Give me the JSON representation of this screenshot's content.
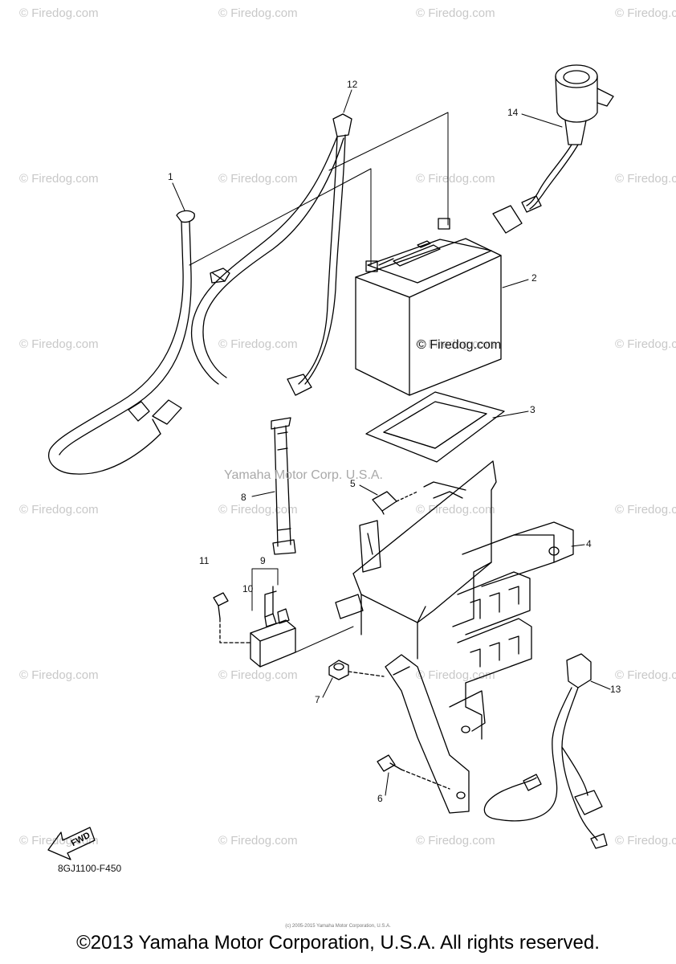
{
  "watermark": "© Firedog.com",
  "center_watermark": "Yamaha Motor Corp. U.S.A.",
  "battery_watermark": "© Firedog.com",
  "part_code": "8GJ1100-F450",
  "fwd_label": "FWD",
  "copyright": "©2013 Yamaha Motor Corporation, U.S.A. All rights reserved.",
  "tiny_copyright": "(c) 2005-2015 Yamaha Motor Corporation, U.S.A.",
  "callouts": [
    {
      "id": "callout-1",
      "label": "1"
    },
    {
      "id": "callout-2",
      "label": "2"
    },
    {
      "id": "callout-3",
      "label": "3"
    },
    {
      "id": "callout-4",
      "label": "4"
    },
    {
      "id": "callout-5",
      "label": "5"
    },
    {
      "id": "callout-6",
      "label": "6"
    },
    {
      "id": "callout-7",
      "label": "7"
    },
    {
      "id": "callout-8",
      "label": "8"
    },
    {
      "id": "callout-9",
      "label": "9"
    },
    {
      "id": "callout-10",
      "label": "10"
    },
    {
      "id": "callout-11",
      "label": "11"
    },
    {
      "id": "callout-12",
      "label": "12"
    },
    {
      "id": "callout-13",
      "label": "13"
    },
    {
      "id": "callout-14",
      "label": "14"
    }
  ]
}
